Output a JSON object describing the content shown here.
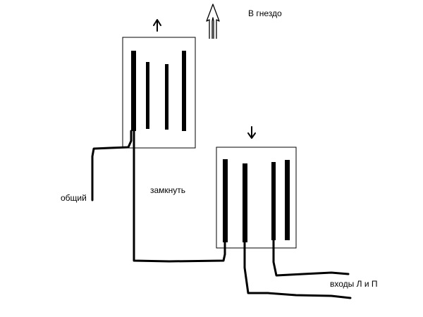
{
  "labels": {
    "to_socket": "В гнездо",
    "common": "общий",
    "short": "замкнуть",
    "inputs": "входы Л и П"
  },
  "colors": {
    "ink": "#000000",
    "background": "#ffffff"
  }
}
